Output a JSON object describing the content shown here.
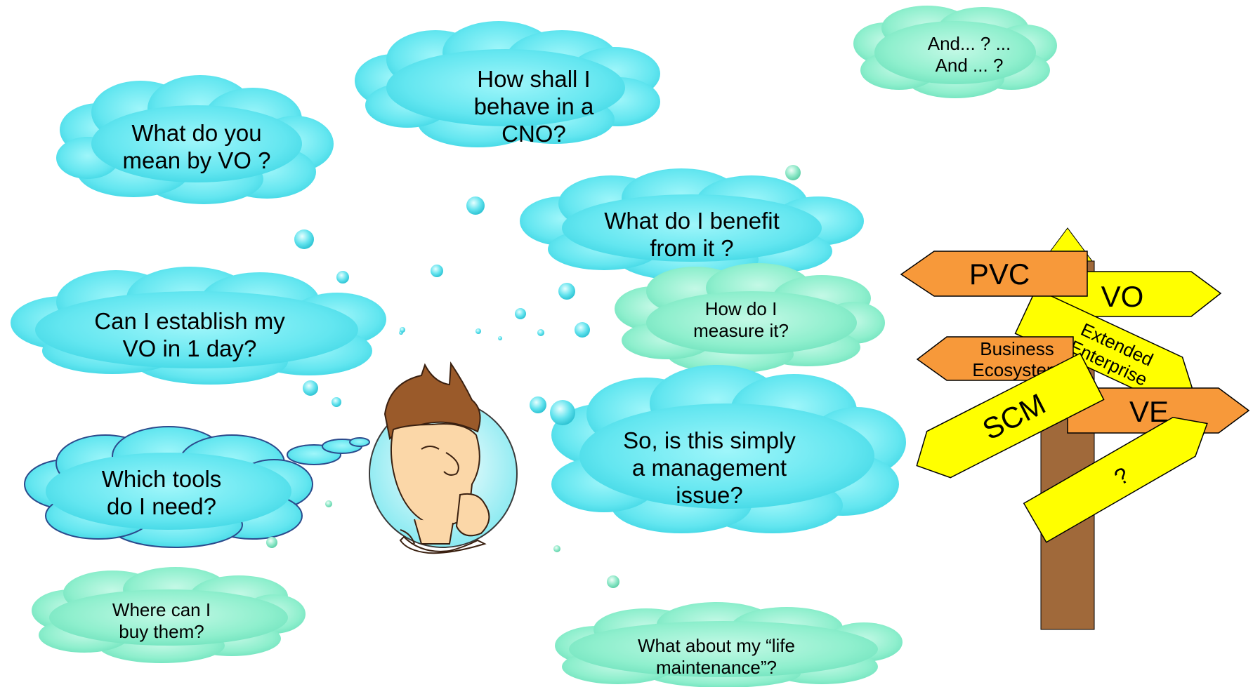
{
  "clouds": {
    "c1": "What do you\nmean by VO ?",
    "c2": "How shall I\nbehave in a\nCNO?",
    "c3": "And...  ? ...\nAnd ... ?",
    "c4": "What do I benefit\nfrom it ?",
    "c5": "Can I establish my\nVO in 1 day?",
    "c6": "How do I\nmeasure it?",
    "c7": "So, is this simply\na management\nissue?",
    "c8": "Which tools\ndo I need?",
    "c9": "Where can I\nbuy them?",
    "c10": "What about my “life\nmaintenance”?"
  },
  "signpost": {
    "pvc": "PVC",
    "vo": "VO",
    "extended": "Extended",
    "enterprise": "Enterprise",
    "business": "Business",
    "ecosystem": "Ecosystem",
    "scm": "SCM",
    "ve": "VE",
    "question": "?"
  },
  "colors": {
    "cloud_cyan": "#66e8f0",
    "cloud_mint": "#8ff0cf",
    "sign_orange": "#f7993a",
    "sign_yellow": "#ffff00",
    "pole_brown": "#a0693a"
  }
}
